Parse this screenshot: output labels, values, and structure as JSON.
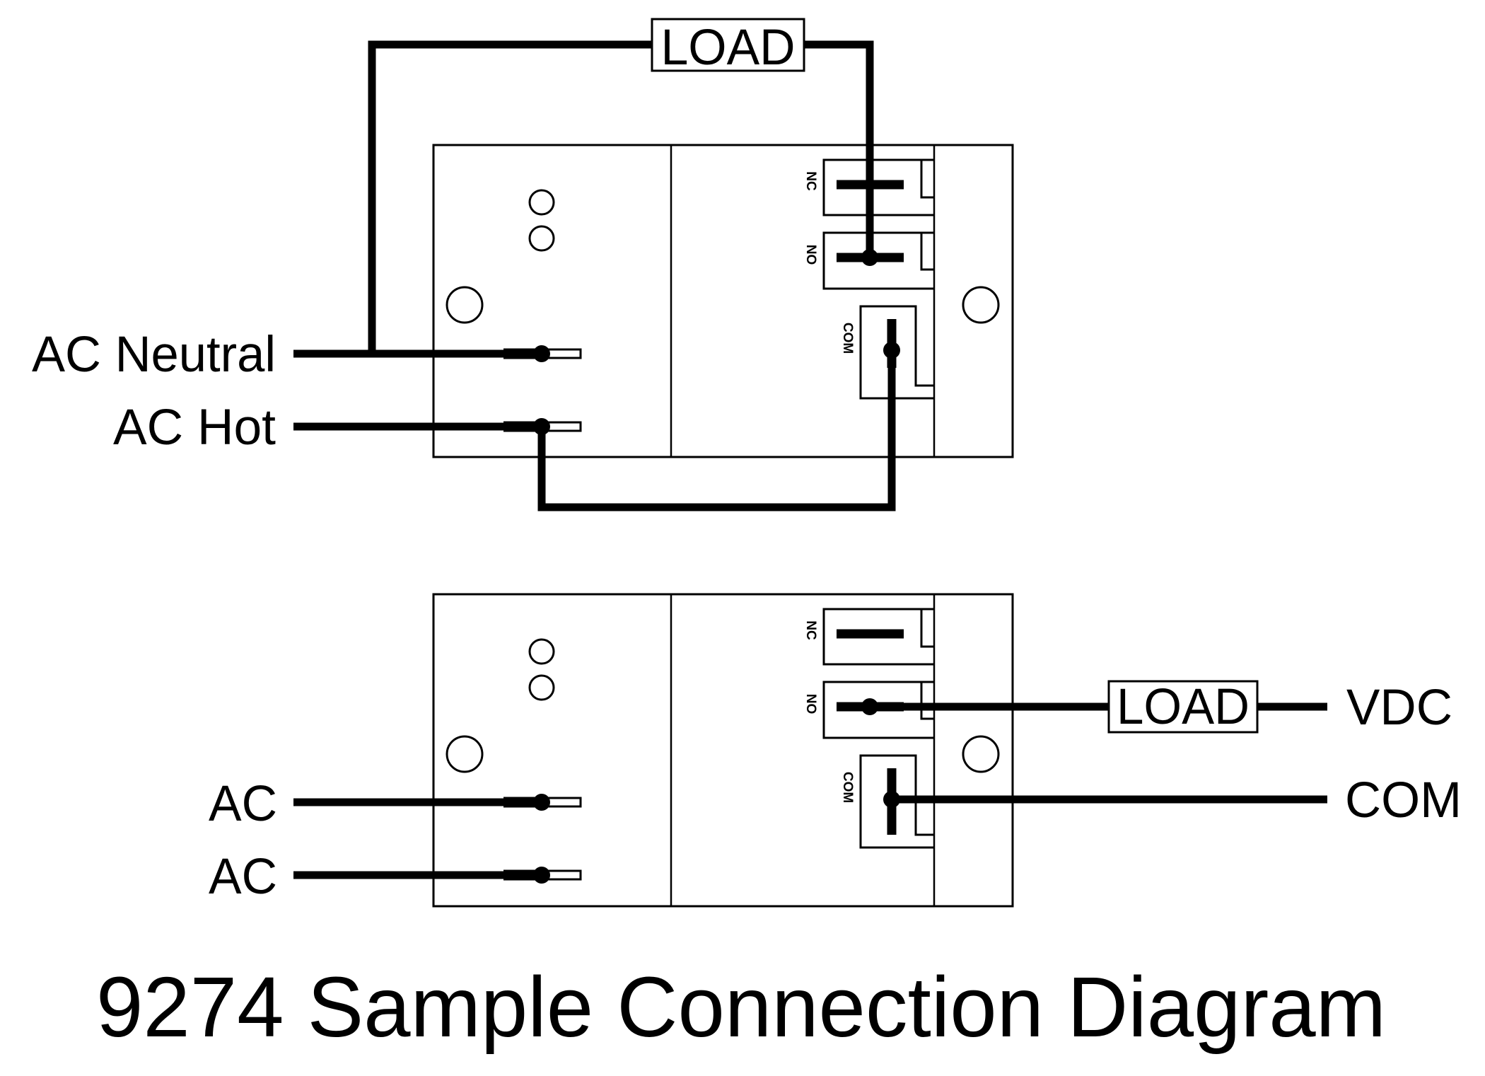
{
  "title": "9274 Sample Connection Diagram",
  "top_circuit": {
    "load_label": "LOAD",
    "input_labels": [
      "AC Neutral",
      "AC Hot"
    ],
    "terminal_labels": {
      "nc": "NC",
      "no": "NO",
      "com": "COM"
    }
  },
  "bottom_circuit": {
    "load_label": "LOAD",
    "input_labels": [
      "AC",
      "AC"
    ],
    "output_labels": {
      "vdc": "VDC",
      "com": "COM"
    },
    "terminal_labels": {
      "nc": "NC",
      "no": "NO",
      "com": "COM"
    }
  },
  "colors": {
    "ink": "#000000",
    "background": "#ffffff"
  }
}
